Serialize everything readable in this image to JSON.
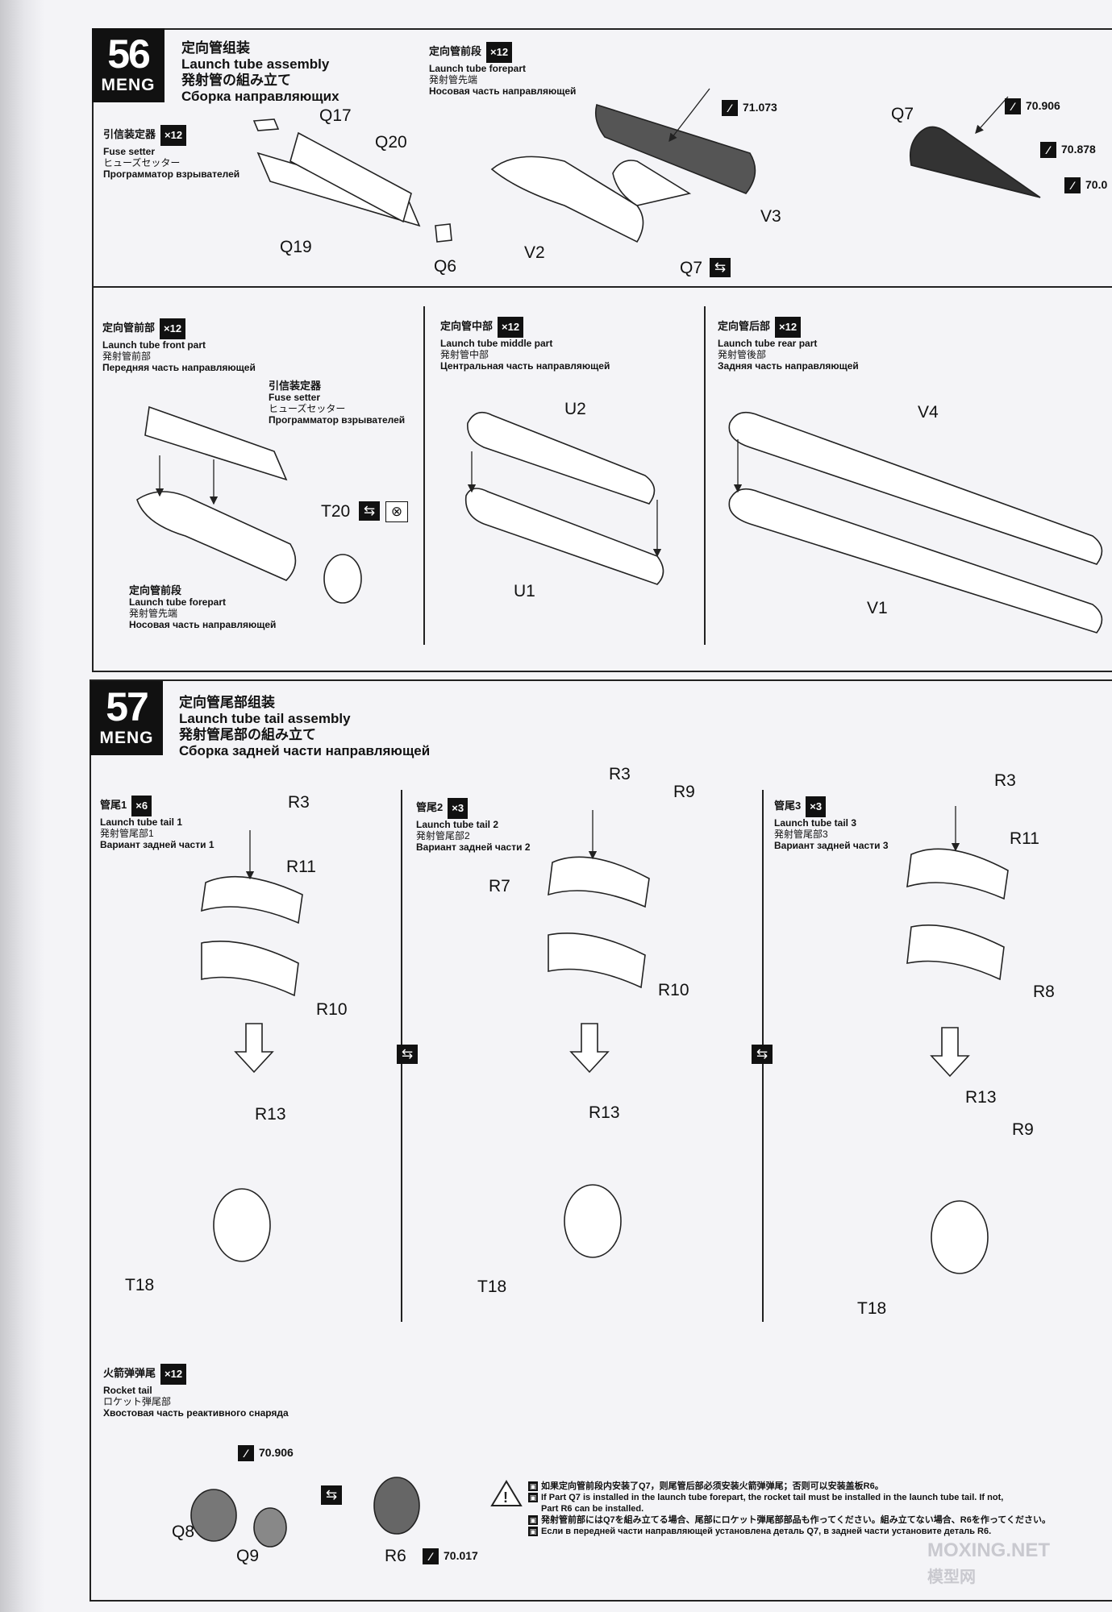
{
  "step56": {
    "number": "56",
    "brand": "MENG",
    "title_zh": "定向管组装",
    "title_en": "Launch tube assembly",
    "title_ja": "発射管の組み立て",
    "title_ru": "Сборка направляющих",
    "fuse_setter": {
      "zh": "引信装定器",
      "multiplier": "×12",
      "en": "Fuse setter",
      "ja": "ヒューズセッター",
      "ru": "Программатор взрывателей"
    },
    "forepart": {
      "zh": "定向管前段",
      "multiplier": "×12",
      "en": "Launch tube forepart",
      "ja": "発射管先端",
      "ru": "Носовая часть направляющей"
    },
    "front_part": {
      "zh": "定向管前部",
      "multiplier": "×12",
      "en": "Launch tube front part",
      "ja": "発射管前部",
      "ru": "Передняя часть направляющей"
    },
    "fuse_setter_callout": {
      "zh": "引信装定器",
      "en": "Fuse setter",
      "ja": "ヒューズセッター",
      "ru": "Программатор взрывателей"
    },
    "forepart_callout": {
      "zh": "定向管前段",
      "en": "Launch tube forepart",
      "ja": "発射管先端",
      "ru": "Носовая часть направляющей"
    },
    "middle_part": {
      "zh": "定向管中部",
      "multiplier": "×12",
      "en": "Launch tube middle part",
      "ja": "発射管中部",
      "ru": "Центральная часть направляющей"
    },
    "rear_part": {
      "zh": "定向管后部",
      "multiplier": "×12",
      "en": "Launch tube rear part",
      "ja": "発射管後部",
      "ru": "Задняя часть направляющей"
    },
    "parts": {
      "q17": "Q17",
      "q20": "Q20",
      "q19": "Q19",
      "q6": "Q6",
      "v2": "V2",
      "v3": "V3",
      "q7a": "Q7",
      "q7b": "Q7",
      "t20": "T20",
      "u2": "U2",
      "u1": "U1",
      "v4": "V4",
      "v1": "V1"
    },
    "paints": {
      "p1": "71.073",
      "p2": "70.906",
      "p3": "70.878",
      "p4": "70.0"
    }
  },
  "step57": {
    "number": "57",
    "brand": "MENG",
    "title_zh": "定向管尾部组装",
    "title_en": "Launch tube tail assembly",
    "title_ja": "発射管尾部の組み立て",
    "title_ru": "Сборка задней части направляющей",
    "tail1": {
      "zh": "管尾1",
      "multiplier": "×6",
      "en": "Launch tube tail 1",
      "ja": "発射管尾部1",
      "ru": "Вариант задней части 1"
    },
    "tail2": {
      "zh": "管尾2",
      "multiplier": "×3",
      "en": "Launch tube tail 2",
      "ja": "発射管尾部2",
      "ru": "Вариант задней части 2"
    },
    "tail3": {
      "zh": "管尾3",
      "multiplier": "×3",
      "en": "Launch tube tail 3",
      "ja": "発射管尾部3",
      "ru": "Вариант задней части 3"
    },
    "parts": {
      "r3a": "R3",
      "r11a": "R11",
      "r10a": "R10",
      "r13a": "R13",
      "t18a": "T18",
      "r3b": "R3",
      "r9b": "R9",
      "r7b": "R7",
      "r10b": "R10",
      "r13b": "R13",
      "t18b": "T18",
      "r3c": "R3",
      "r11c": "R11",
      "r8c": "R8",
      "r13c": "R13",
      "r9c": "R9",
      "t18c": "T18",
      "q8": "Q8",
      "q9": "Q9",
      "r6": "R6"
    },
    "rocket_tail": {
      "zh": "火箭弹弹尾",
      "multiplier": "×12",
      "en": "Rocket tail",
      "ja": "ロケット弾尾部",
      "ru": "Хвостовая часть реактивного снаряда"
    },
    "paints": {
      "p1": "70.906",
      "p2": "70.017"
    },
    "note": {
      "zh": "如果定向管前段内安装了Q7，则尾管后部必须安装火箭弹弹尾；否则可以安装盖板R6。",
      "en1": "If Part Q7 is installed in the launch tube forepart, the rocket tail must be installed in the  launch tube tail. If not,",
      "en2": "Part R6 can be installed.",
      "ja": "発射管前部にはQ7を組み立てる場合、尾部にロケット弾尾部部品も作ってください。組み立てない場合、R6を作ってください。",
      "ru": "Если в передней части направляющей установлена деталь Q7, в задней части установите деталь R6."
    }
  },
  "watermark": {
    "site": "MOXING.NET",
    "cn": "模型网"
  }
}
